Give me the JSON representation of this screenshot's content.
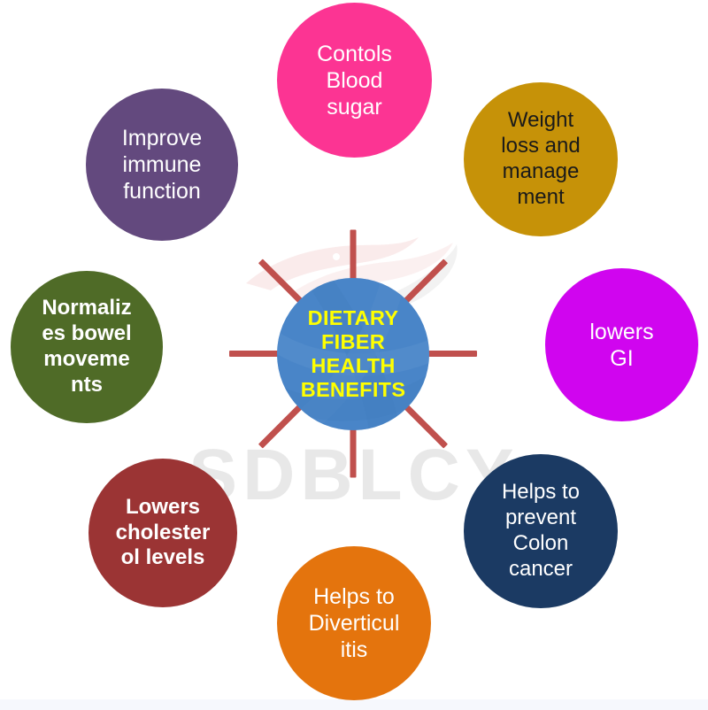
{
  "diagram": {
    "type": "hub-and-spoke",
    "center": {
      "label": "DIETARY\nFIBER\nHEALTH\nBENEFITS",
      "fill_color": "#4A86C8",
      "text_color": "#FFFF00"
    },
    "spoke_color": "#C0504D",
    "background_color": "#FFFFFF",
    "nodes": [
      {
        "id": "blood-sugar",
        "label": "Contols\nBlood\nsugar",
        "fill_color": "#FC3493",
        "text_color": "#FFFFFF",
        "position": "top"
      },
      {
        "id": "weight-loss",
        "label": "Weight\nloss and\nmanage\nment",
        "fill_color": "#C69208",
        "text_color": "#1A1A1A",
        "position": "top-right"
      },
      {
        "id": "lowers-gi",
        "label": "lowers\nGI",
        "fill_color": "#D005EF",
        "text_color": "#FFFFFF",
        "position": "right"
      },
      {
        "id": "colon-cancer",
        "label": "Helps to\nprevent\nColon\ncancer",
        "fill_color": "#1B3A63",
        "text_color": "#FFFFFF",
        "position": "bottom-right"
      },
      {
        "id": "diverticulitis",
        "label": "Helps to\nDiverticul\nitis",
        "fill_color": "#E4740D",
        "text_color": "#FFFFFF",
        "position": "bottom"
      },
      {
        "id": "cholesterol",
        "label": "Lowers\ncholester\nol levels",
        "fill_color": "#9B3434",
        "text_color": "#FFFFFF",
        "position": "bottom-left"
      },
      {
        "id": "bowel-movements",
        "label": "Normaliz\nes bowel\nmoveme\nnts",
        "fill_color": "#4F6B27",
        "text_color": "#FFFFFF",
        "position": "left"
      },
      {
        "id": "immune-function",
        "label": "Improve\nimmune\nfunction",
        "fill_color": "#63497E",
        "text_color": "#FFFFFF",
        "position": "top-left"
      }
    ]
  },
  "watermark": {
    "text": "SDBLCY",
    "color": "#E8E8E8"
  }
}
